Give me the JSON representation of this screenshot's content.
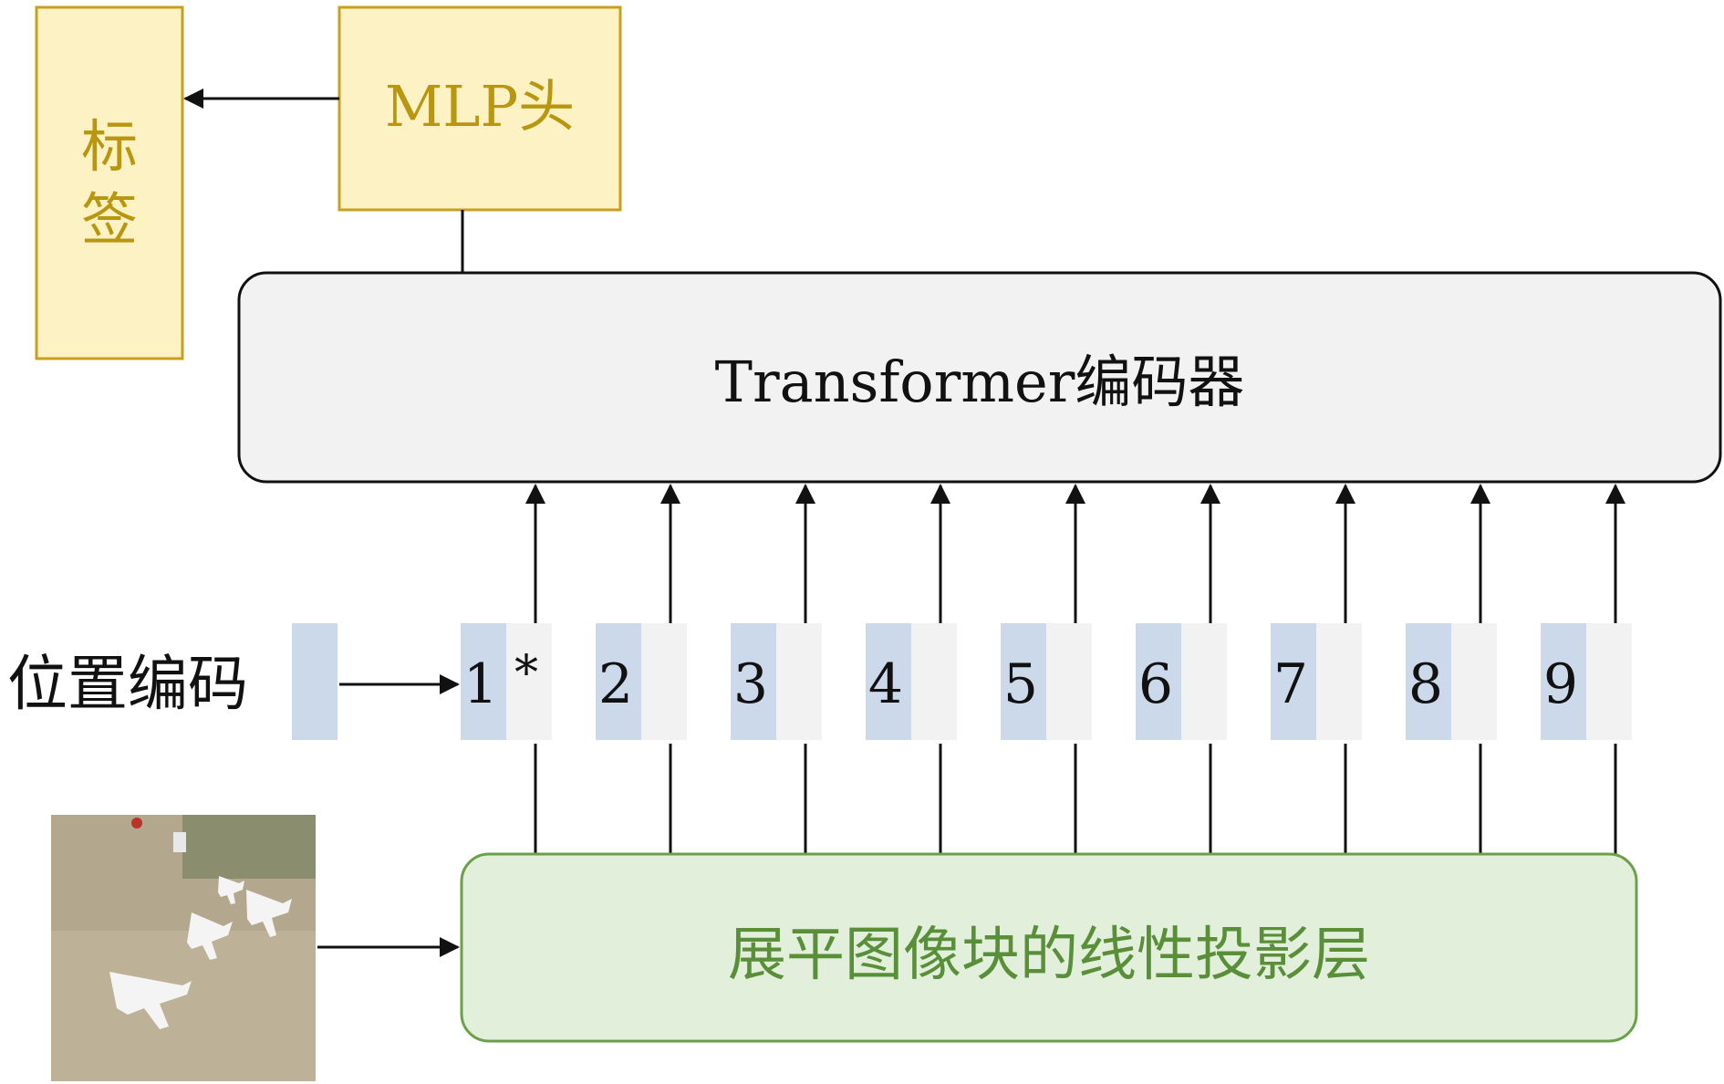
{
  "label_box": {
    "text_line1": "标",
    "text_line2": "签"
  },
  "mlp_head": {
    "text": "MLP头"
  },
  "transformer_encoder": {
    "text": "Transformer编码器"
  },
  "position_embedding": {
    "text": "位置编码"
  },
  "patch_projection": {
    "text": "展平图像块的线性投影层"
  },
  "tokens": [
    {
      "label": "1",
      "extra": "*"
    },
    {
      "label": "2",
      "extra": ""
    },
    {
      "label": "3",
      "extra": ""
    },
    {
      "label": "4",
      "extra": ""
    },
    {
      "label": "5",
      "extra": ""
    },
    {
      "label": "6",
      "extra": ""
    },
    {
      "label": "7",
      "extra": ""
    },
    {
      "label": "8",
      "extra": ""
    },
    {
      "label": "9",
      "extra": ""
    }
  ],
  "colors": {
    "yellow_fill": "#FDF2C4",
    "yellow_stroke": "#C8A01E",
    "yellow_text": "#B8960F",
    "gray_fill": "#F2F2F2",
    "black": "#111111",
    "blue_cell": "#CCD9EA",
    "green_fill": "#E2EFDA",
    "green_stroke": "#6AA04A",
    "green_text": "#5A8F3A"
  }
}
